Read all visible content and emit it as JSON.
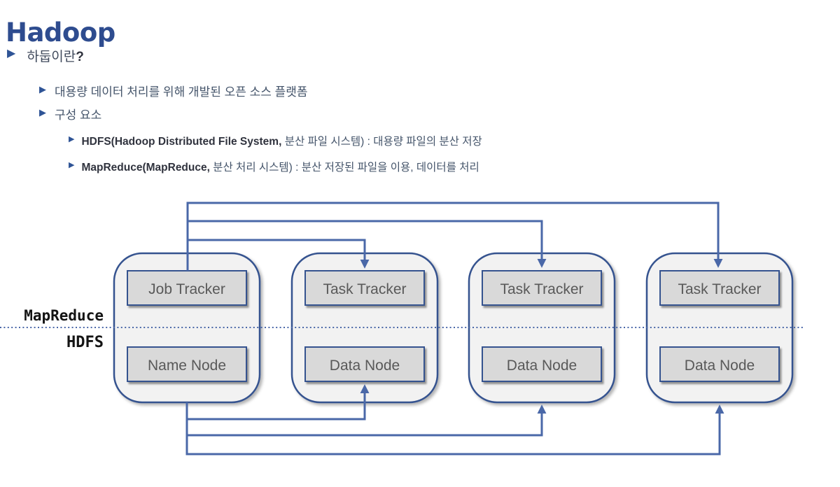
{
  "title": "Hadoop",
  "bullets": {
    "l1_text": "하둡이란",
    "l1_mark": "?",
    "l2_items": [
      "대용량 데이터 처리를 위해 개발된 오픈 소스 플랫폼",
      "구성 요소"
    ],
    "l3a_strong": "HDFS(Hadoop Distributed File System,",
    "l3a_rest": " 분산 파일 시스템) : 대용량 파일의 분산 저장",
    "l3b_strong": "MapReduce(MapReduce,",
    "l3b_rest": " 분산 처리 시스템) : 분산 저장된 파일을 이용, 데이터를 처리"
  },
  "diagram": {
    "layer_labels": {
      "top": "MapReduce",
      "bottom": "HDFS"
    },
    "nodes": [
      {
        "top": "Job Tracker",
        "bottom": "Name Node"
      },
      {
        "top": "Task Tracker",
        "bottom": "Data Node"
      },
      {
        "top": "Task Tracker",
        "bottom": "Data Node"
      },
      {
        "top": "Task Tracker",
        "bottom": "Data Node"
      }
    ],
    "colors": {
      "title": "#2E4C8F",
      "bullet_marker": "#2F5496",
      "body_text": "#44546A",
      "strong_text": "#30333E",
      "connector": "#4A68A8",
      "node_border": "#35528F",
      "node_fill": "#F2F2F2",
      "box_fill": "#D9D9D9",
      "box_text": "#595959",
      "layer_label": "#141414"
    }
  }
}
